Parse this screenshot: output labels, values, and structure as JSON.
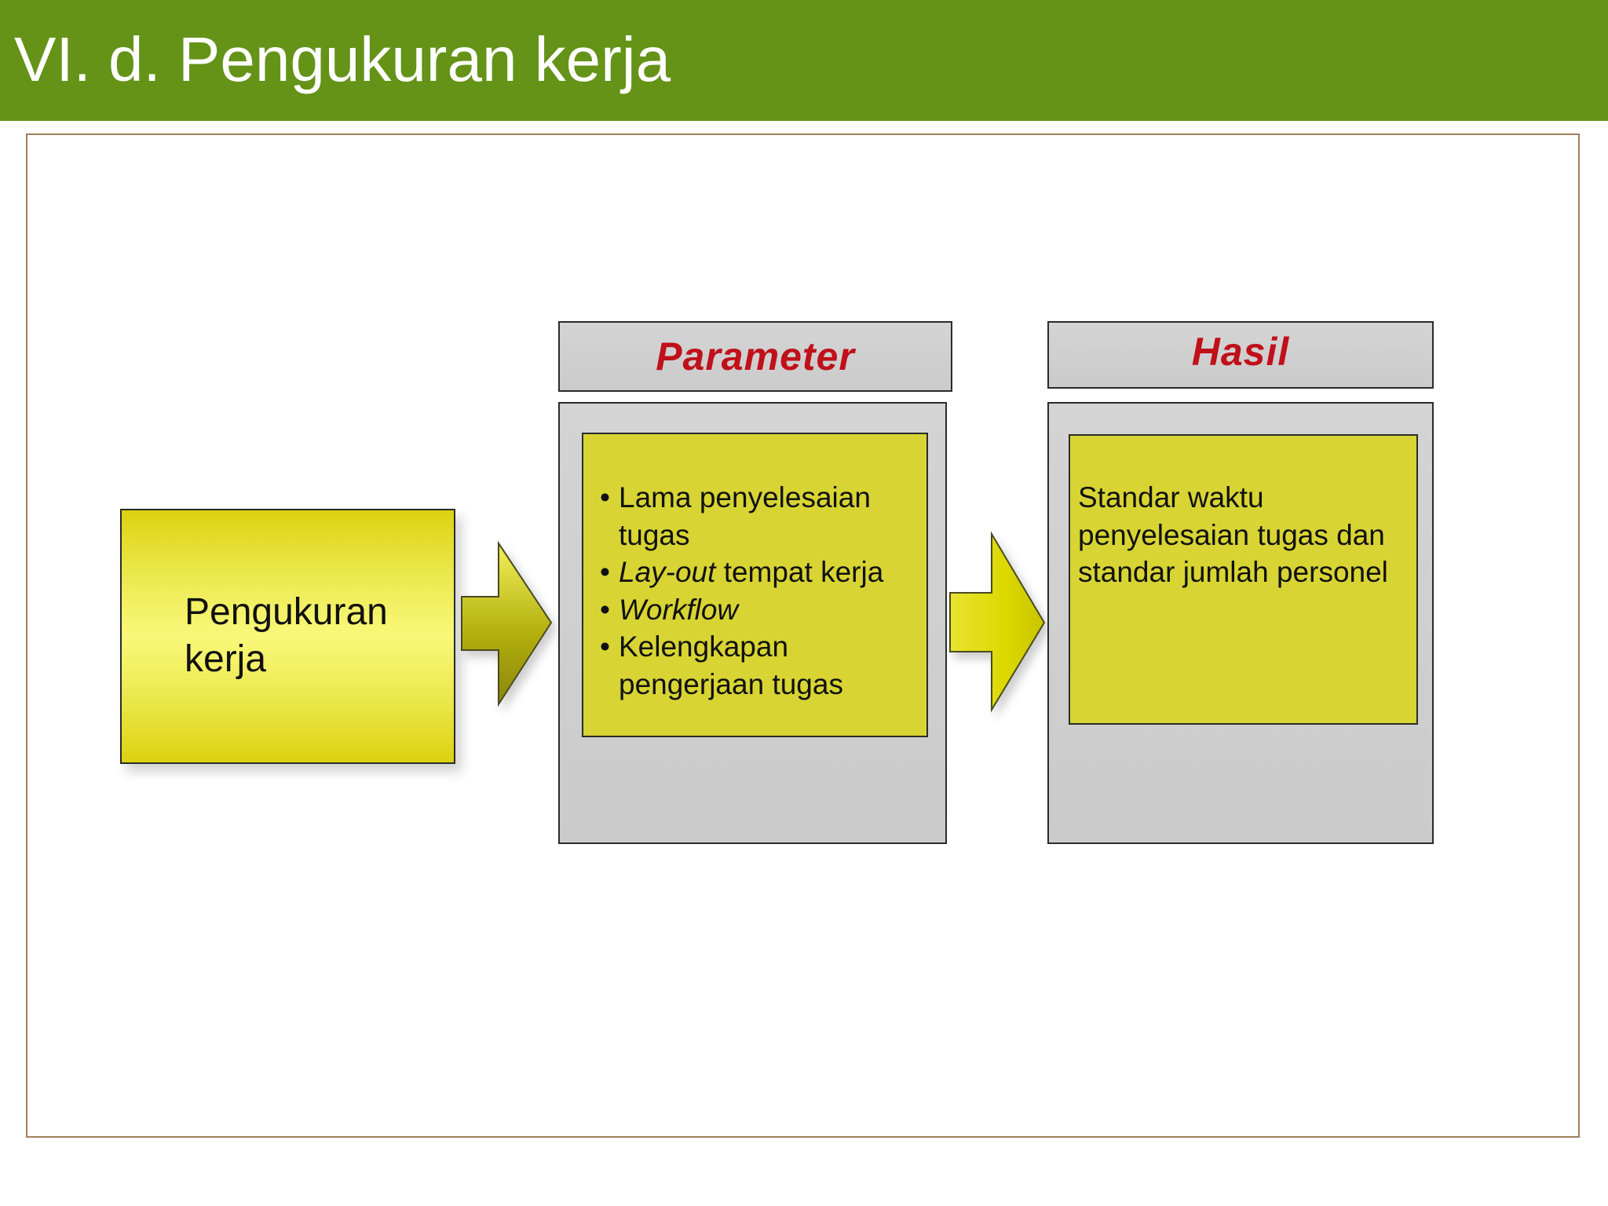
{
  "slide": {
    "title": "VI. d. Pengukuran kerja"
  },
  "diagram": {
    "input_box": {
      "label": "Pengukuran kerja"
    },
    "parameter": {
      "header": "Parameter",
      "items": [
        {
          "italic": "",
          "text": "Lama penyelesaian tugas"
        },
        {
          "italic": "Lay-out",
          "text": " tempat kerja"
        },
        {
          "italic": "Workflow",
          "text": ""
        },
        {
          "italic": "",
          "text": "Kelengkapan pengerjaan tugas"
        }
      ]
    },
    "result": {
      "header": "Hasil",
      "text": "Standar waktu penyelesaian tugas dan standar jumlah personel"
    }
  },
  "colors": {
    "title_bar": "#649318",
    "title_text": "#ffffff",
    "frame_border": "#a0805a",
    "header_text": "#c0101a",
    "box_yellow": "#d8d433",
    "panel_gray": "#cccccc"
  },
  "bullet_glyph": "•"
}
